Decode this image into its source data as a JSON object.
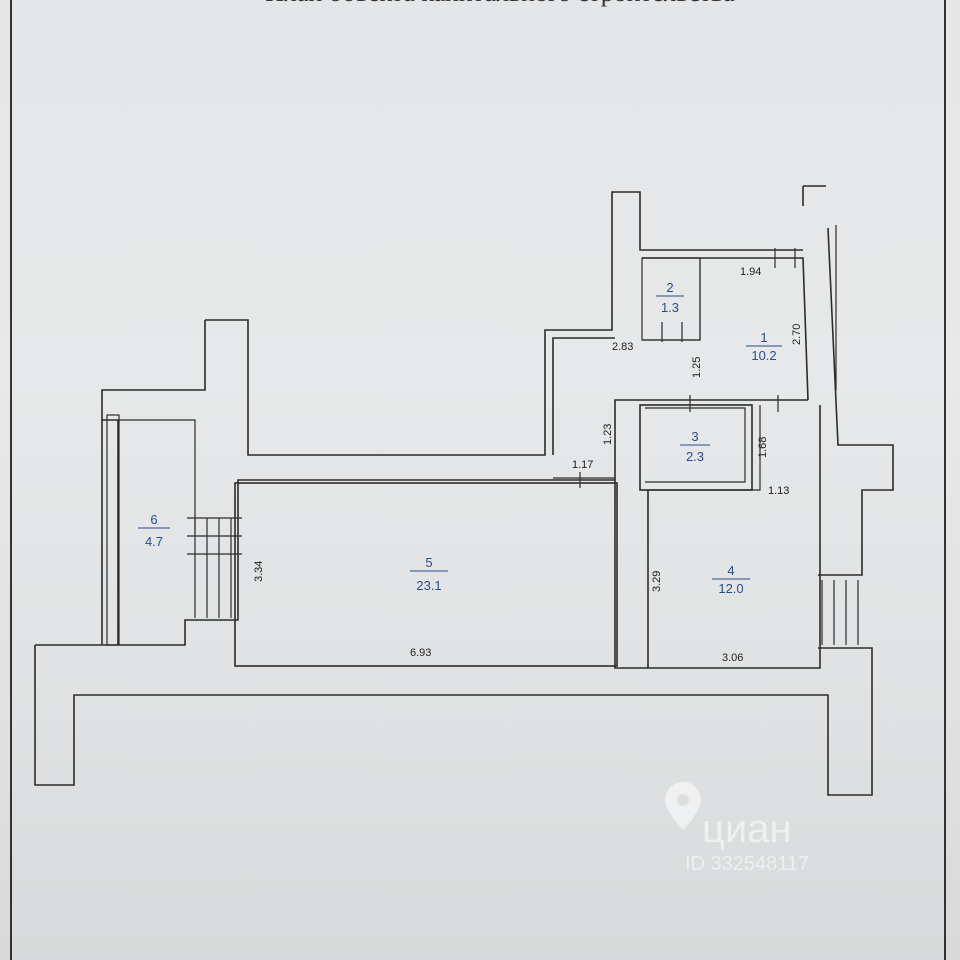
{
  "document": {
    "title": "План объекта капитального строительства"
  },
  "rooms": [
    {
      "number": "1",
      "area": "10.2"
    },
    {
      "number": "2",
      "area": "1.3"
    },
    {
      "number": "3",
      "area": "2.3"
    },
    {
      "number": "4",
      "area": "12.0"
    },
    {
      "number": "5",
      "area": "23.1"
    },
    {
      "number": "6",
      "area": "4.7"
    }
  ],
  "dimensions": {
    "d1_94": "1.94",
    "d2_70": "2.70",
    "d2_83": "2.83",
    "d1_25": "1.25",
    "d1_23": "1.23",
    "d1_17": "1.17",
    "d1_68": "1.68",
    "d1_13": "1.13",
    "d3_34": "3.34",
    "d6_93": "6.93",
    "d3_29": "3.29",
    "d3_06": "3.06"
  },
  "watermark": {
    "brand": "циан",
    "id": "ID 332548117",
    "icon": "location-pin-icon"
  },
  "colors": {
    "room_label": "#2b4d8f",
    "line": "#2c2c2c"
  }
}
